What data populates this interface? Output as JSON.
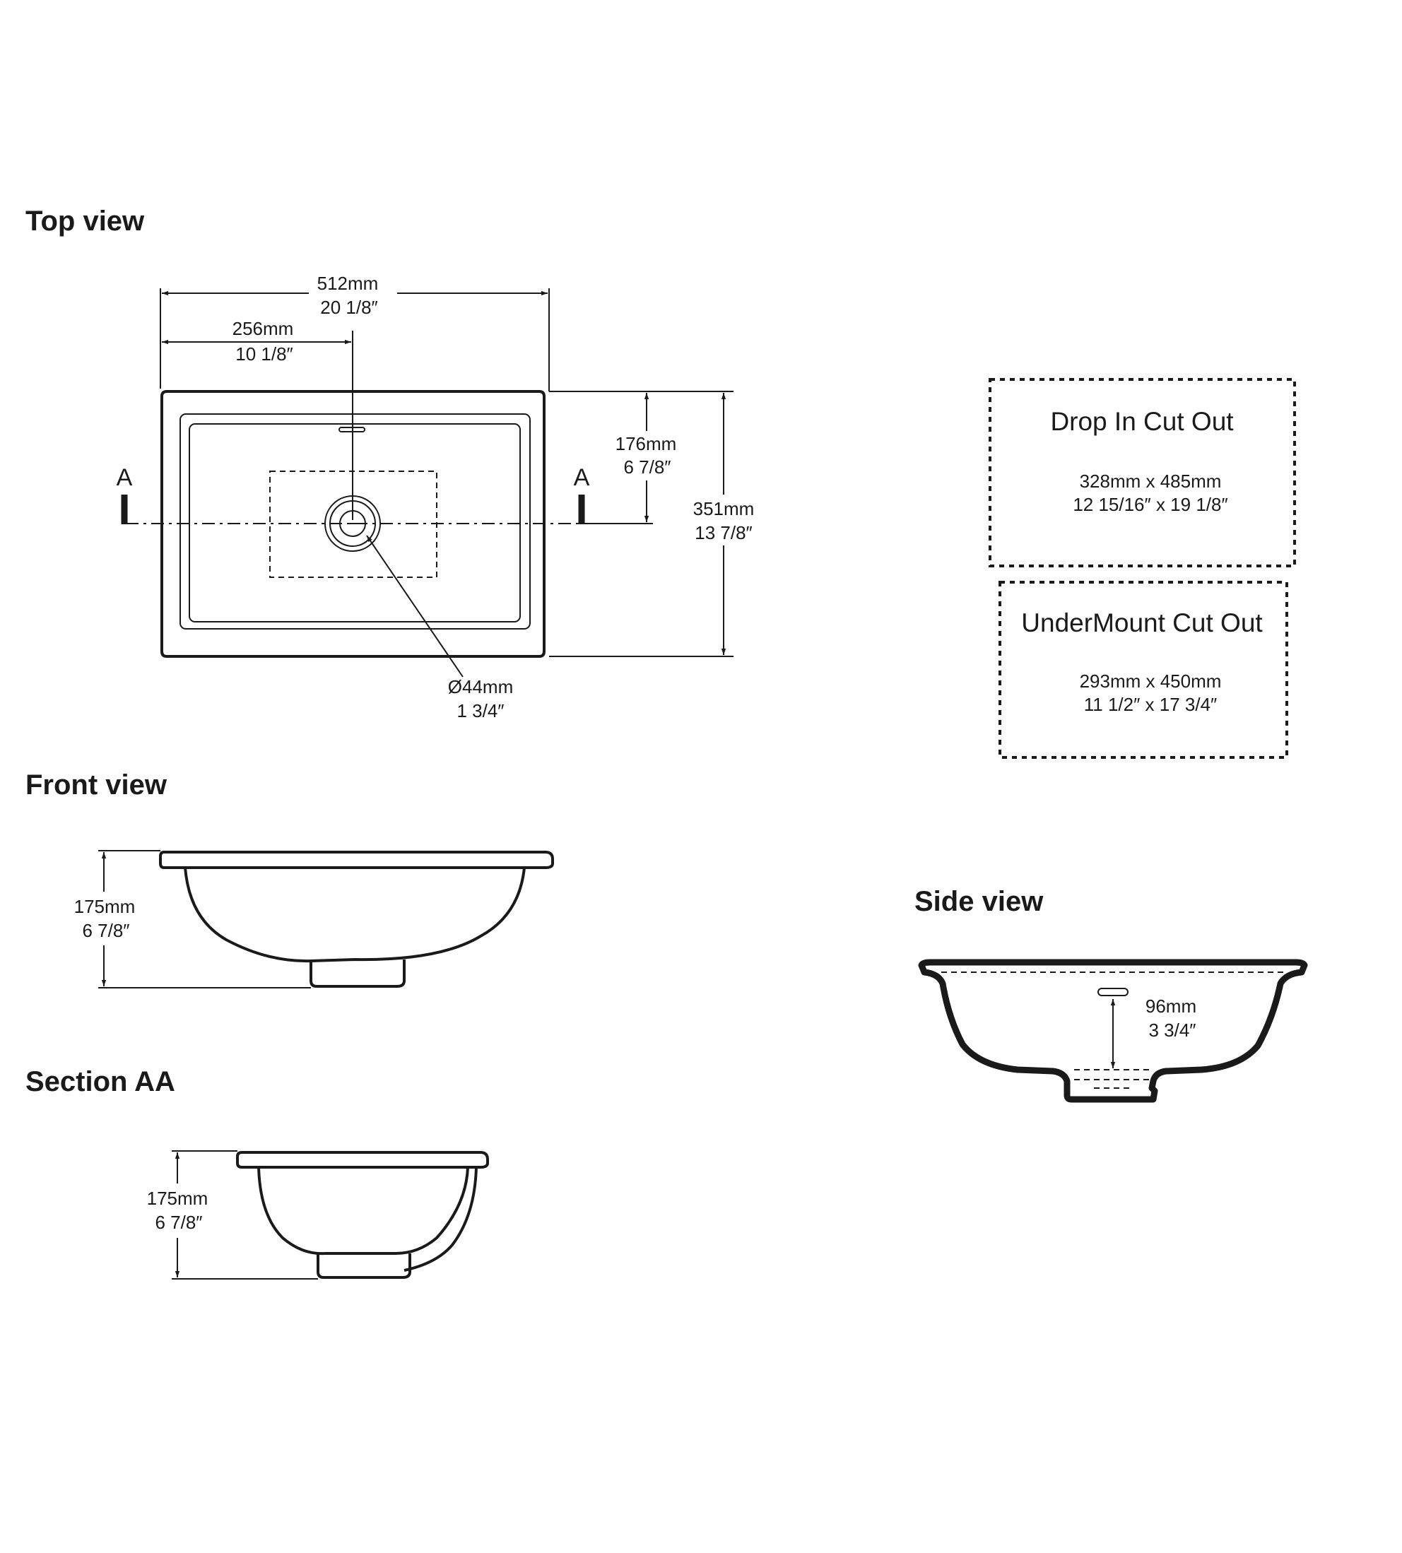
{
  "headings": {
    "top_view": "Top view",
    "front_view": "Front view",
    "section_aa": "Section AA",
    "side_view": "Side view"
  },
  "section_marker": "A",
  "top_view": {
    "overall_width": {
      "mm": "512mm",
      "inch": "20 1/8″"
    },
    "half_width": {
      "mm": "256mm",
      "inch": "10 1/8″"
    },
    "half_depth": {
      "mm": "176mm",
      "inch": "6 7/8″"
    },
    "overall_depth": {
      "mm": "351mm",
      "inch": "13 7/8″"
    },
    "drain_diameter": {
      "mm": "Ø44mm",
      "inch": "1 3/4″"
    }
  },
  "cutouts": {
    "drop_in": {
      "title": "Drop In Cut Out",
      "mm": "328mm x 485mm",
      "inch": "12 15/16″ x 19 1/8″"
    },
    "undermount": {
      "title": "UnderMount Cut Out",
      "mm": "293mm x 450mm",
      "inch": "11 1/2″ x 17 3/4″"
    }
  },
  "front_view": {
    "height": {
      "mm": "175mm",
      "inch": "6 7/8″"
    }
  },
  "section_aa": {
    "height": {
      "mm": "175mm",
      "inch": "6 7/8″"
    }
  },
  "side_view": {
    "overflow_height": {
      "mm": "96mm",
      "inch": "3 3/4″"
    }
  }
}
